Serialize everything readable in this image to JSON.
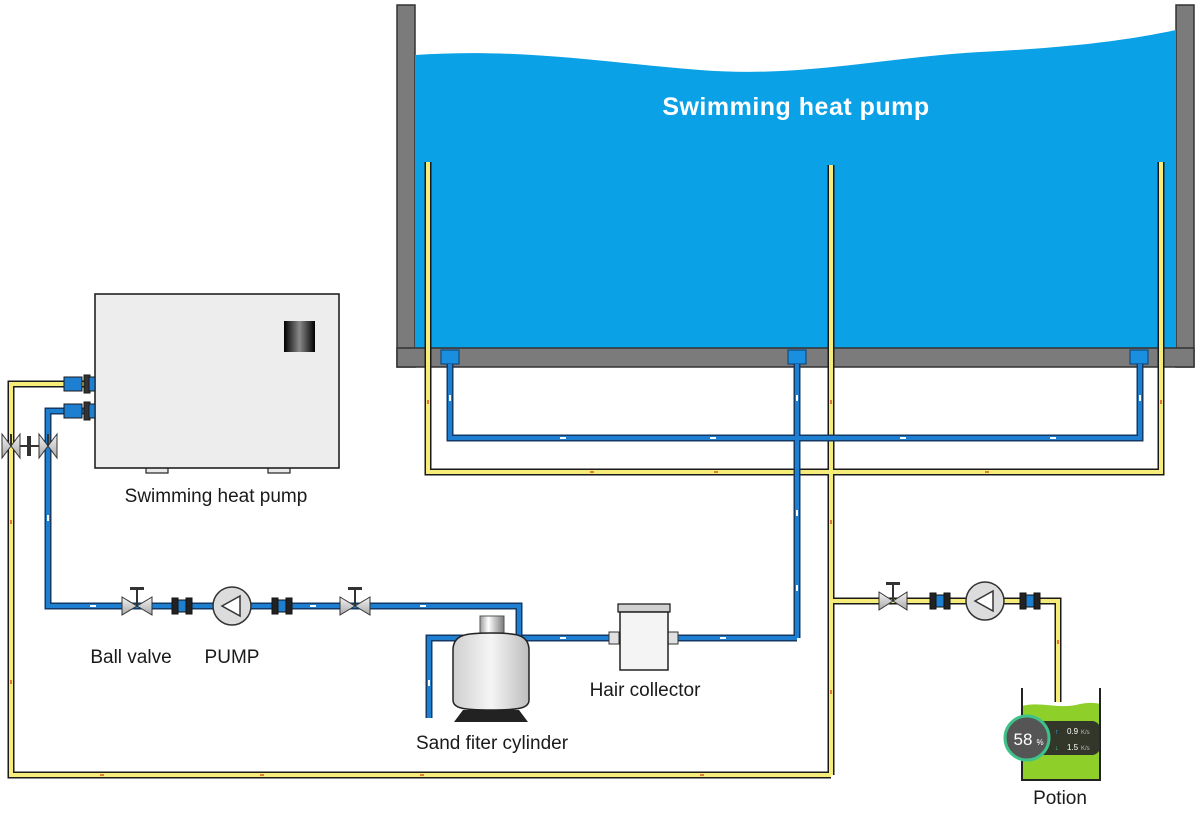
{
  "pool": {
    "title": "Swimming heat pump"
  },
  "labels": {
    "heat_pump": "Swimming heat pump",
    "ball_valve": "Ball valve",
    "pump": "PUMP",
    "sand_filter": "Sand fiter cylinder",
    "hair_collector": "Hair collector",
    "potion": "Potion"
  },
  "widget": {
    "percent": "58",
    "percent_unit": "%",
    "upload_speed": "0.9",
    "download_speed": "1.5",
    "speed_unit": "K/s"
  },
  "colors": {
    "water": "#0aa1e6",
    "pipe_blue": "#1e5ea8",
    "pipe_yellow": "#f5ec7a",
    "pool_wall": "#7b7b7b",
    "potion_fill": "#8fcf2a",
    "widget_ring": "#3fc28a"
  }
}
